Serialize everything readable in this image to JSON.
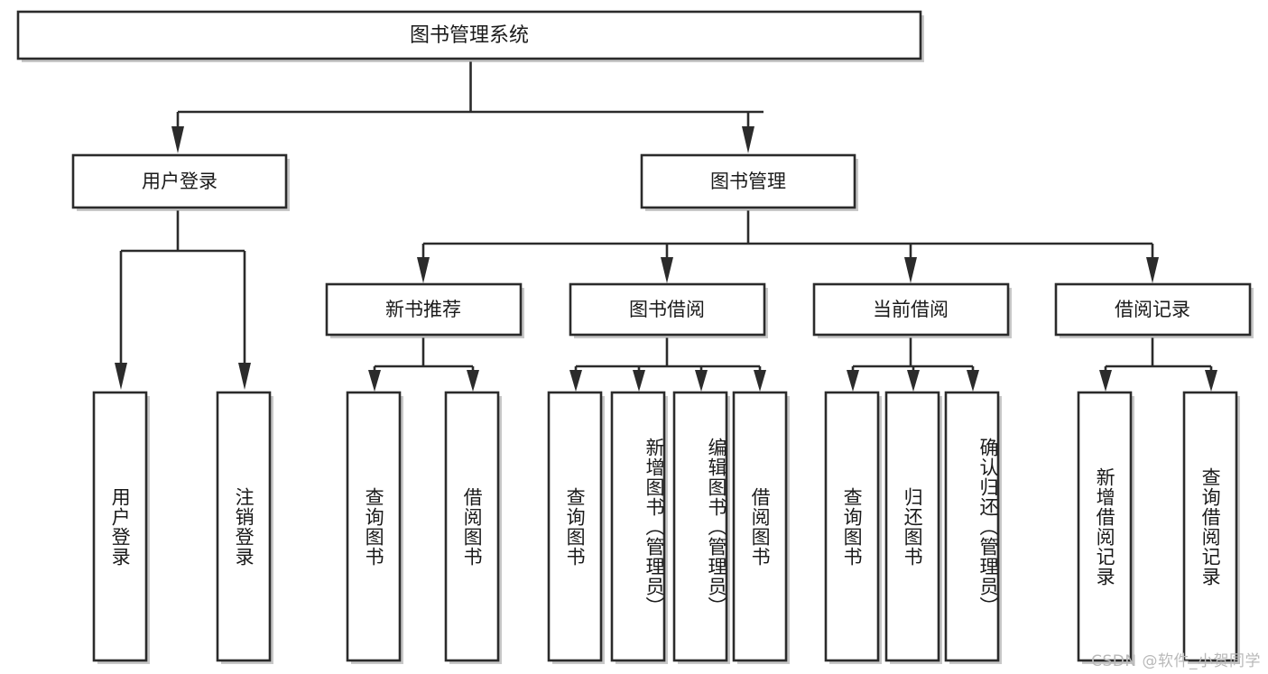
{
  "diagram": {
    "type": "hierarchy-tree",
    "title_node": {
      "label": "图书管理系统"
    },
    "level2": [
      {
        "id": "user-login",
        "label": "用户登录"
      },
      {
        "id": "book-management",
        "label": "图书管理"
      }
    ],
    "level3": [
      {
        "id": "new-book-recommend",
        "label": "新书推荐",
        "parent": "book-management"
      },
      {
        "id": "book-borrow",
        "label": "图书借阅",
        "parent": "book-management"
      },
      {
        "id": "current-borrow",
        "label": "当前借阅",
        "parent": "book-management"
      },
      {
        "id": "borrow-record",
        "label": "借阅记录",
        "parent": "book-management"
      }
    ],
    "leaves": {
      "user-login": [
        {
          "id": "leaf-user-login",
          "label": "用户登录"
        },
        {
          "id": "leaf-user-logout",
          "label": "注销登录"
        }
      ],
      "new-book-recommend": [
        {
          "id": "leaf-query-book-1",
          "label": "查询图书"
        },
        {
          "id": "leaf-borrow-book-1",
          "label": "借阅图书"
        }
      ],
      "book-borrow": [
        {
          "id": "leaf-query-book-2",
          "label": "查询图书"
        },
        {
          "id": "leaf-add-book",
          "label": "新增图书（管理员）"
        },
        {
          "id": "leaf-edit-book",
          "label": "编辑图书（管理员）"
        },
        {
          "id": "leaf-borrow-book-2",
          "label": "借阅图书"
        }
      ],
      "current-borrow": [
        {
          "id": "leaf-query-book-3",
          "label": "查询图书"
        },
        {
          "id": "leaf-return-book",
          "label": "归还图书"
        },
        {
          "id": "leaf-confirm-return",
          "label": "确认归还（管理员）"
        }
      ],
      "borrow-record": [
        {
          "id": "leaf-add-record",
          "label": "新增借阅记录"
        },
        {
          "id": "leaf-query-record",
          "label": "查询借阅记录"
        }
      ]
    }
  },
  "watermark": {
    "text": "CSDN @软件_小贺同学"
  },
  "colors": {
    "stroke": "#2b2b2b",
    "fill": "#ffffff",
    "background": "#ffffff",
    "watermark": "#b9b9b9"
  }
}
